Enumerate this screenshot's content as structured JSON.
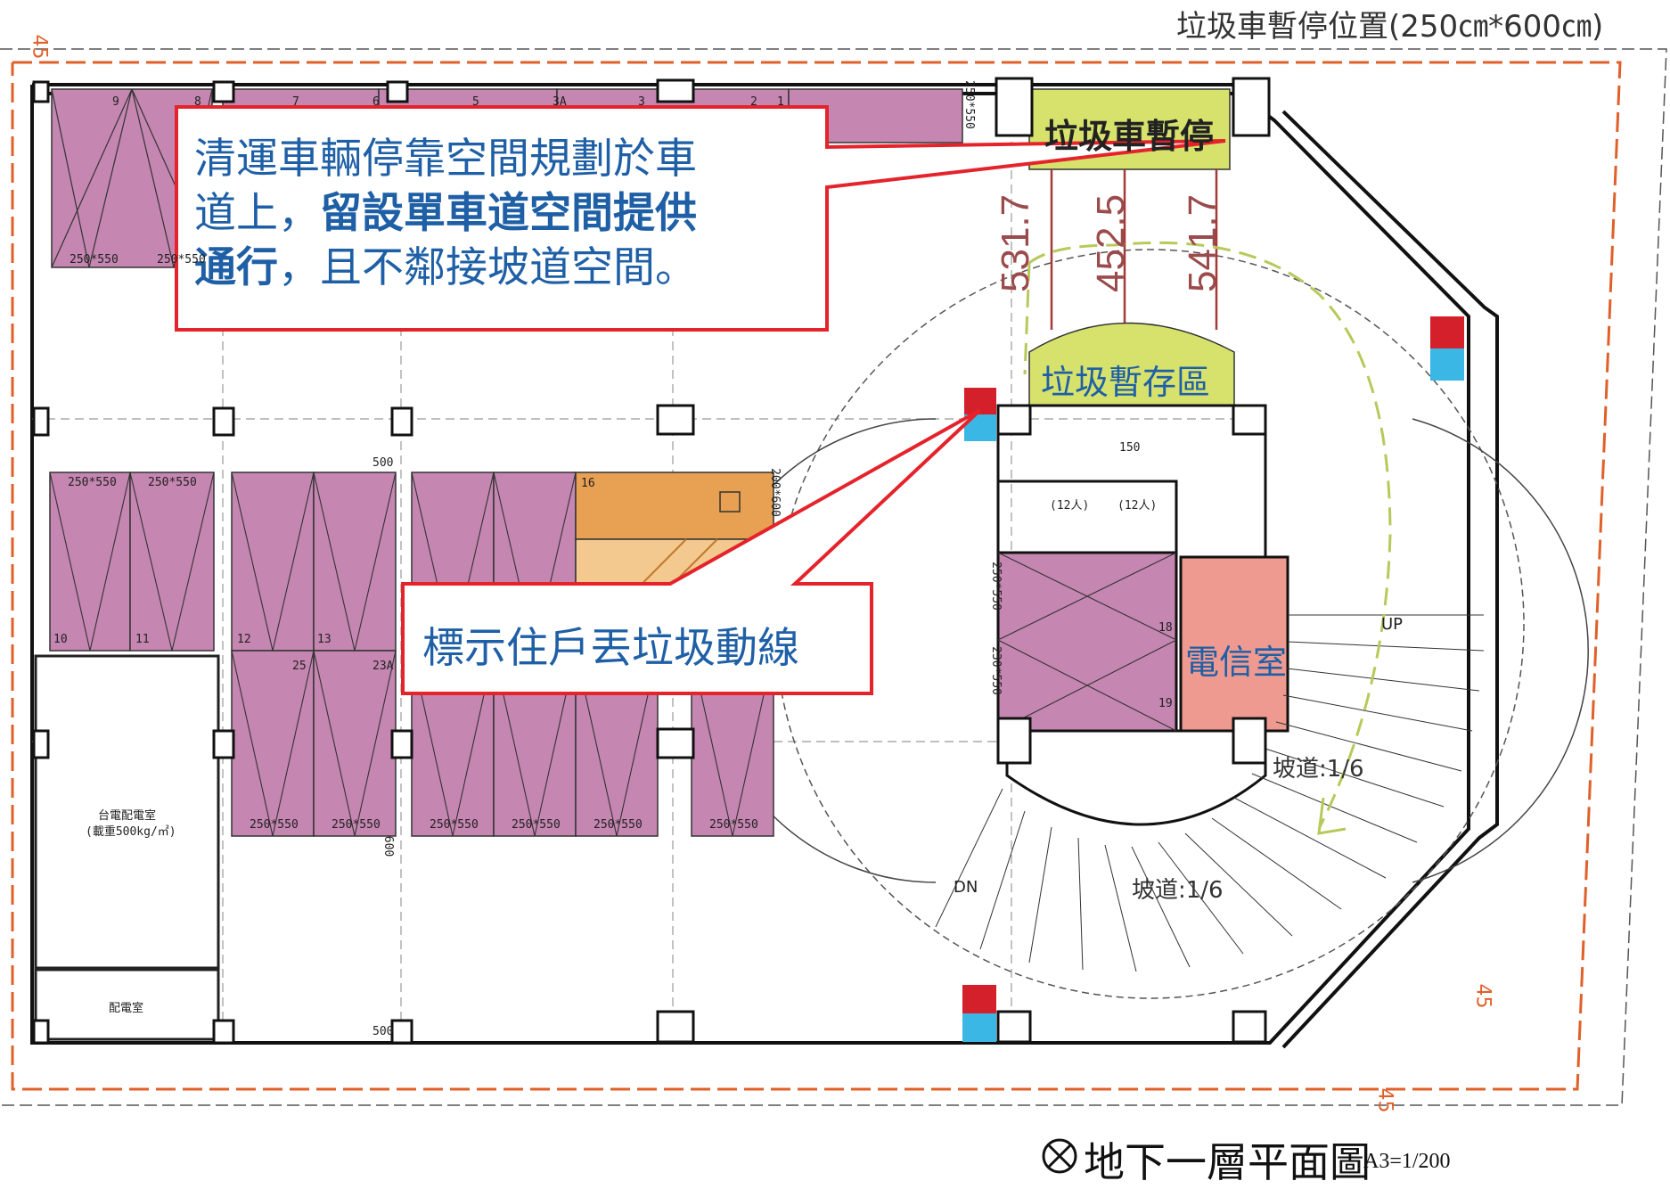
{
  "top_note": "垃圾車暫停位置(250㎝*600㎝)",
  "truck_zone_label": "垃圾車暫停",
  "storage_zone_label": "垃圾暫存區",
  "telecom_label": "電信室",
  "callout_1": {
    "line1": "清運車輛停靠空間規劃於車",
    "line2_normal": "道上，",
    "line2_bold": "留設單車道空間提供",
    "line3_bold": "通行",
    "line3_normal": "，且不鄰接坡道空間。"
  },
  "callout_2": "標示住戶丟垃圾動線",
  "dimensions": [
    "531.7",
    "452.5",
    "541.7"
  ],
  "ramp_label_1": "坡道:1/6",
  "ramp_label_2": "坡道:1/6",
  "up_label": "UP",
  "dn_label": "DN",
  "scale_label": "A3=1/200",
  "plan_title": "地下一層平面圖",
  "dim_45_a": "45",
  "dim_45_b": "45",
  "dim_45_c": "45",
  "parking_labels": [
    "250*550",
    "250*550",
    "250*550",
    "250*550",
    "250*550",
    "250*550",
    "250*550",
    "250*550",
    "250*550"
  ],
  "slot_numbers": [
    "9",
    "8",
    "7",
    "6",
    "5",
    "3A",
    "3",
    "2",
    "1",
    "10",
    "11",
    "12",
    "13",
    "16",
    "18",
    "19",
    "25",
    "23A"
  ],
  "slot_size_top": "250*550",
  "slot_size_mid": "250*550",
  "slot_size_side": "200*600",
  "dim_150": "150",
  "dim_500a": "500",
  "dim_500b": "500",
  "dim_600": "600",
  "dim_250_550_v": "250*550",
  "dim_230_550_v": "230*550",
  "elevator_1": "(12人)",
  "elevator_2": "(12人)",
  "room_left": "台電配電室",
  "room_left_sub": "(載重500kg/㎡)",
  "room_left_bottom": "配電室"
}
